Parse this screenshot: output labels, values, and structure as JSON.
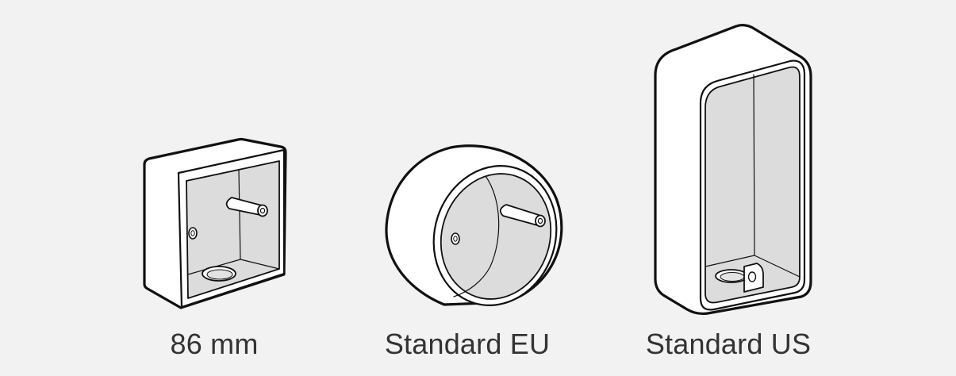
{
  "boxes": [
    {
      "label": "86 mm",
      "icon": "square-86mm-wall-box-icon"
    },
    {
      "label": "Standard EU",
      "icon": "round-eu-wall-box-icon"
    },
    {
      "label": "Standard US",
      "icon": "rectangular-us-wall-box-icon"
    }
  ],
  "colors": {
    "background": "#f2f2f2",
    "outline": "#111111",
    "box_face": "#ffffff",
    "box_interior": "#d9d9d9",
    "caption_text": "#333333"
  }
}
